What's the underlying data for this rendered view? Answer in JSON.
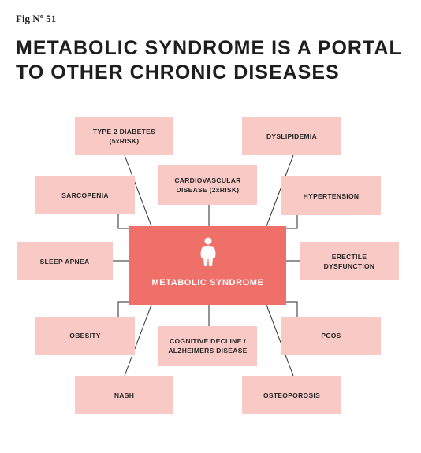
{
  "figure_label": "Fig Nº 51",
  "title": {
    "line1": "METABOLIC SYNDROME IS A PORTAL",
    "line2": "TO OTHER CHRONIC DISEASES"
  },
  "center": {
    "label": "METABOLIC SYNDROME",
    "icon": "person-icon"
  },
  "diseases": {
    "type2_diabetes": "TYPE 2 DIABETES\n(5xRISK)",
    "dyslipidemia": "DYSLIPIDEMIA",
    "cardiovascular": "CARDIOVASCULAR\nDISEASE (2xRISK)",
    "sarcopenia": "SARCOPENIA",
    "hypertension": "HYPERTENSION",
    "sleep_apnea": "SLEEP APNEA",
    "erectile_dysfunction": "ERECTILE\nDYSFUNCTION",
    "obesity": "OBESITY",
    "cognitive_decline": "COGNITIVE DECLINE /\nALZHEIMERS DISEASE",
    "pcos": "PCOS",
    "nash": "NASH",
    "osteoporosis": "OSTEOPOROSIS"
  },
  "colors": {
    "center_fill": "#ef7068",
    "box_fill": "#f9c9c6",
    "text": "#1e1e1e",
    "connector": "#2a2a2a"
  }
}
